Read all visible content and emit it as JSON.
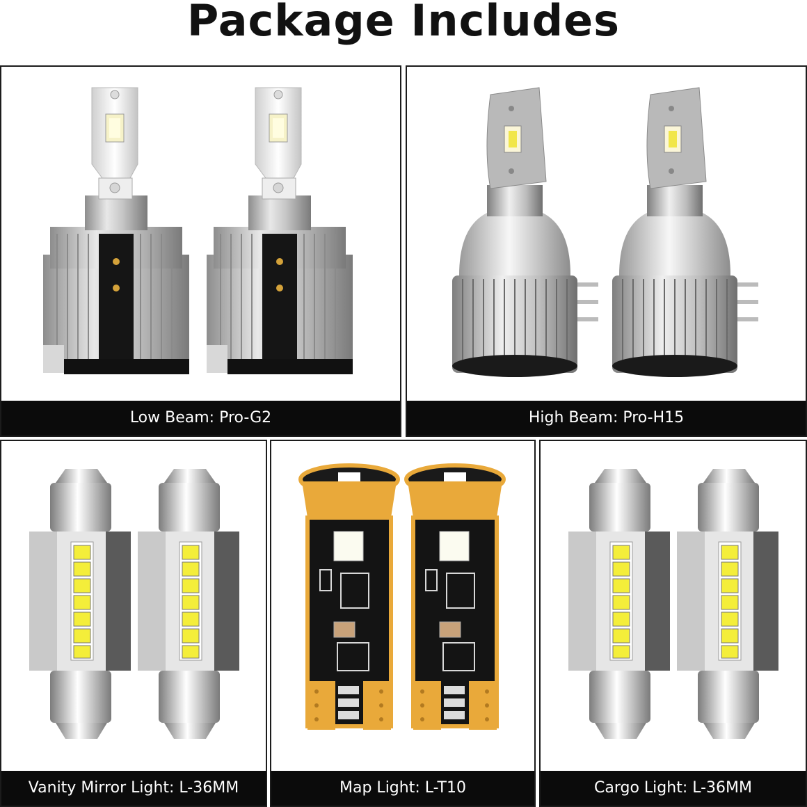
{
  "header": {
    "title": "Package Includes"
  },
  "panels": [
    {
      "caption": "Low Beam: Pro-G2"
    },
    {
      "caption": "High Beam: Pro-H15"
    },
    {
      "caption": "Vanity Mirror Light: L-36MM"
    },
    {
      "caption": "Map Light: L-T10"
    },
    {
      "caption": "Cargo Light: L-36MM"
    }
  ],
  "colors": {
    "caption_bg": "#0b0b0b",
    "border": "#1c1c1c",
    "led_yellow": "#f4ee3a",
    "pcb_gold": "#e9a93a"
  }
}
